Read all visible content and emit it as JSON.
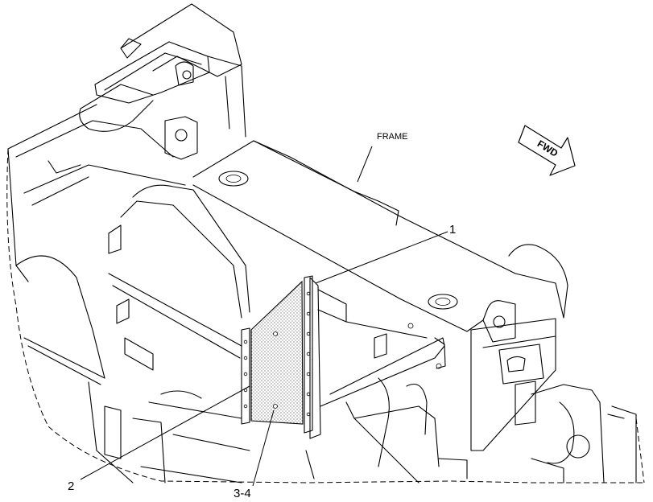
{
  "labels": {
    "frame": "FRAME",
    "fwd": "FWD",
    "callout_1": "1",
    "callout_2": "2",
    "callout_3_4": "3-4"
  },
  "icons": {
    "direction_arrow": "fwd-arrow-icon"
  }
}
